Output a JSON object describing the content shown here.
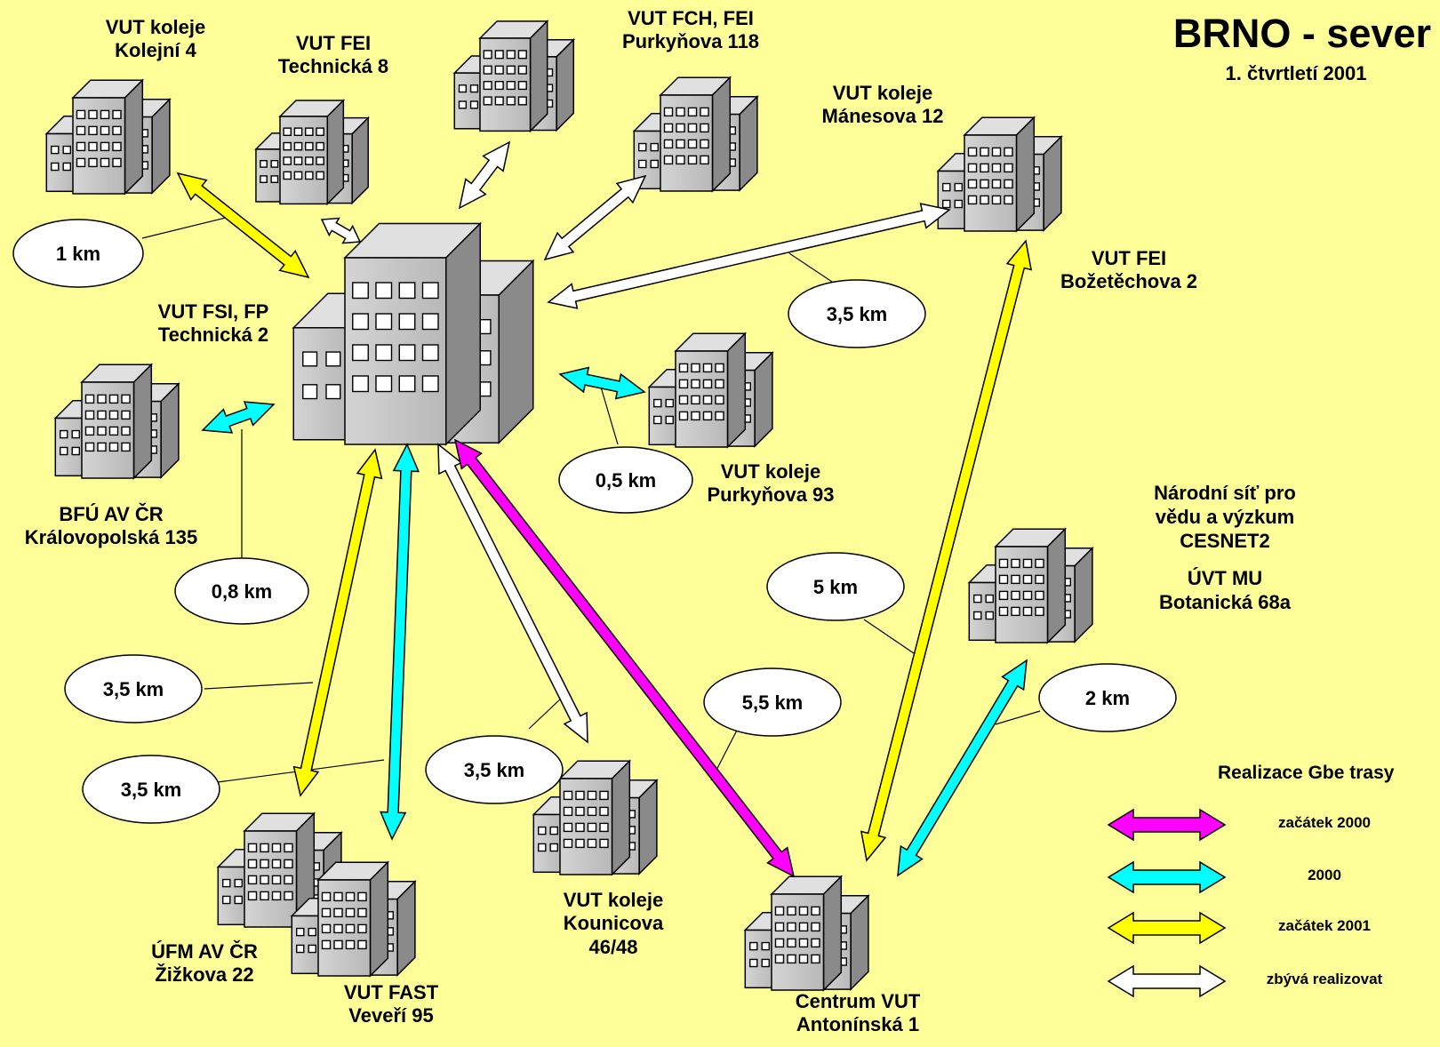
{
  "title": "BRNO - sever",
  "subtitle": "1. čtvrtletí 2001",
  "colors": {
    "background": "#FFFF99",
    "start_2000": "#FF00FF",
    "y2000": "#00FFFF",
    "start_2001": "#FFFF00",
    "remaining": "#FFFFFF",
    "building": "#C0C0C0"
  },
  "sites": {
    "fsi_fp": {
      "line1": "VUT FSI, FP",
      "line2": "Technická 2"
    },
    "koleje_kolejni": {
      "line1": "VUT koleje",
      "line2": "Kolejní 4"
    },
    "fei_technicka": {
      "line1": "VUT FEI",
      "line2": "Technická 8"
    },
    "fch_fei": {
      "line1": "VUT FCH, FEI",
      "line2": "Purkyňova 118"
    },
    "koleje_manesova": {
      "line1": "VUT koleje",
      "line2": "Mánesova 12"
    },
    "fei_bozetechova": {
      "line1": "VUT FEI",
      "line2": "Božetěchova 2"
    },
    "bfu": {
      "line1": "BFÚ AV ČR",
      "line2": "Královopolská 135"
    },
    "koleje_purkynova": {
      "line1": "VUT koleje",
      "line2": "Purkyňova 93"
    },
    "cesnet": {
      "line1": "Národní síť pro",
      "line2": "vědu a výzkum",
      "line3": "CESNET2",
      "line4": "ÚVT MU",
      "line5": "Botanická 68a"
    },
    "ufm": {
      "line1": "ÚFM AV ČR",
      "line2": "Žižkova 22"
    },
    "fast": {
      "line1": "VUT FAST",
      "line2": "Veveří 95"
    },
    "koleje_kounicova": {
      "line1": "VUT koleje",
      "line2": "Kounicova",
      "line3": "46/48"
    },
    "centrum": {
      "line1": "Centrum VUT",
      "line2": "Antonínská 1"
    }
  },
  "distances": {
    "kolejni": "1 km",
    "bozetechova": "3,5 km",
    "purkynova93": "0,5 km",
    "bfu": "0,8 km",
    "bozetechova_centrum": "5 km",
    "cesnet_centrum": "2 km",
    "fsi_centrum": "5,5 km",
    "ufm": "3,5 km",
    "fast": "3,5 km",
    "kounicova": "3,5 km"
  },
  "legend": {
    "title": "Realizace Gbe trasy",
    "items": [
      {
        "label": "začátek 2000",
        "color": "#FF00FF"
      },
      {
        "label": "2000",
        "color": "#00FFFF"
      },
      {
        "label": "začátek 2001",
        "color": "#FFFF00"
      },
      {
        "label": "zbývá realizovat",
        "color": "#FFFFFF"
      }
    ]
  }
}
